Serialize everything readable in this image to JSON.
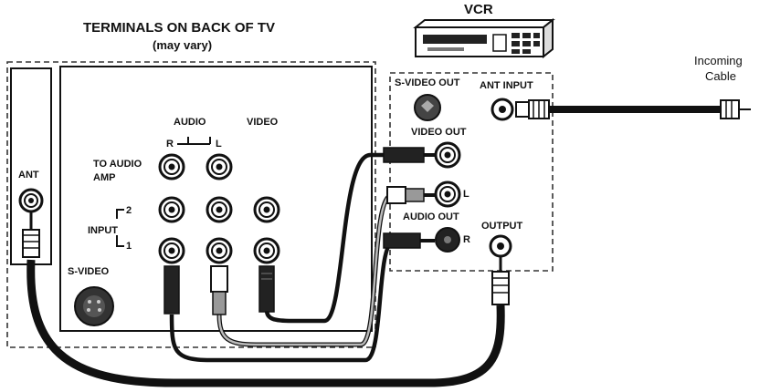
{
  "tv": {
    "title": "TERMINALS ON BACK OF TV",
    "subtitle": "(may vary)",
    "audio": "AUDIO",
    "video": "VIDEO",
    "r": "R",
    "l": "L",
    "to_audio_amp_1": "TO AUDIO",
    "to_audio_amp_2": "AMP",
    "input": "INPUT",
    "input_2": "2",
    "input_1": "1",
    "ant": "ANT",
    "s_video": "S-VIDEO"
  },
  "vcr": {
    "title": "VCR",
    "s_video_out": "S-VIDEO OUT",
    "ant_input": "ANT INPUT",
    "video_out": "VIDEO OUT",
    "l": "L",
    "audio_out": "AUDIO OUT",
    "r": "R",
    "output": "OUTPUT"
  },
  "incoming": {
    "line1": "Incoming",
    "line2": "Cable"
  },
  "colors": {
    "ink": "#111111",
    "connector_grey": "#9a9a9a",
    "panel_dash": "#333333"
  }
}
